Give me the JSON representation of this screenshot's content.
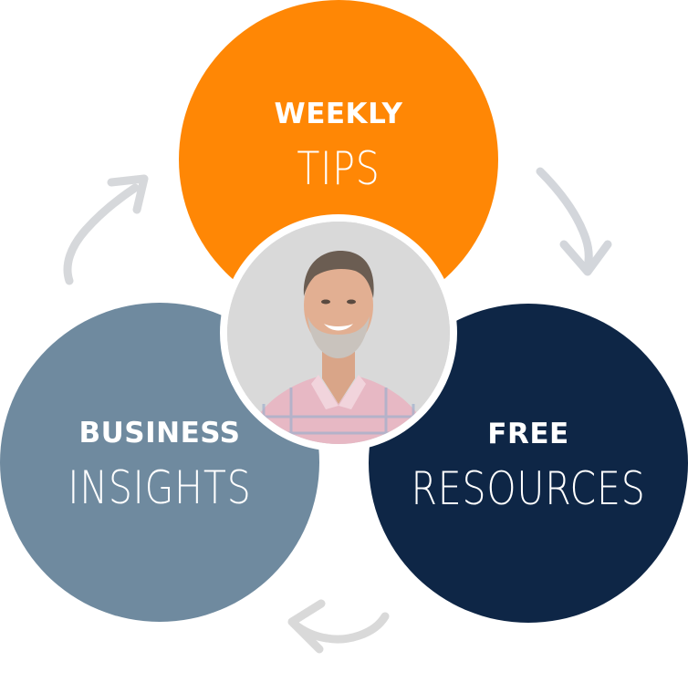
{
  "diagram": {
    "type": "cycle",
    "circles": [
      {
        "id": "weekly-tips",
        "bold": "WEEKLY",
        "script": "TIPS",
        "color": "#FF8705"
      },
      {
        "id": "business-insights",
        "bold": "BUSINESS",
        "script": "INSIGHTS",
        "color": "#6F8A9F"
      },
      {
        "id": "free-resources",
        "bold": "FREE",
        "script": "RESOURCES",
        "color": "#0E2646"
      }
    ],
    "center_photo": {
      "subject": "smiling man with gray beard in plaid shirt",
      "background": "#D9D9D9",
      "ring_color": "#FFFFFF"
    },
    "arrows": [
      {
        "from": "business-insights",
        "to": "weekly-tips",
        "icon": "curved-arrow-up-right",
        "color": "#D6D8DB"
      },
      {
        "from": "weekly-tips",
        "to": "free-resources",
        "icon": "curved-arrow-down-right",
        "color": "#D3D6DB"
      },
      {
        "from": "free-resources",
        "to": "business-insights",
        "icon": "curved-arrow-left",
        "color": "#D9D9D9"
      }
    ]
  }
}
